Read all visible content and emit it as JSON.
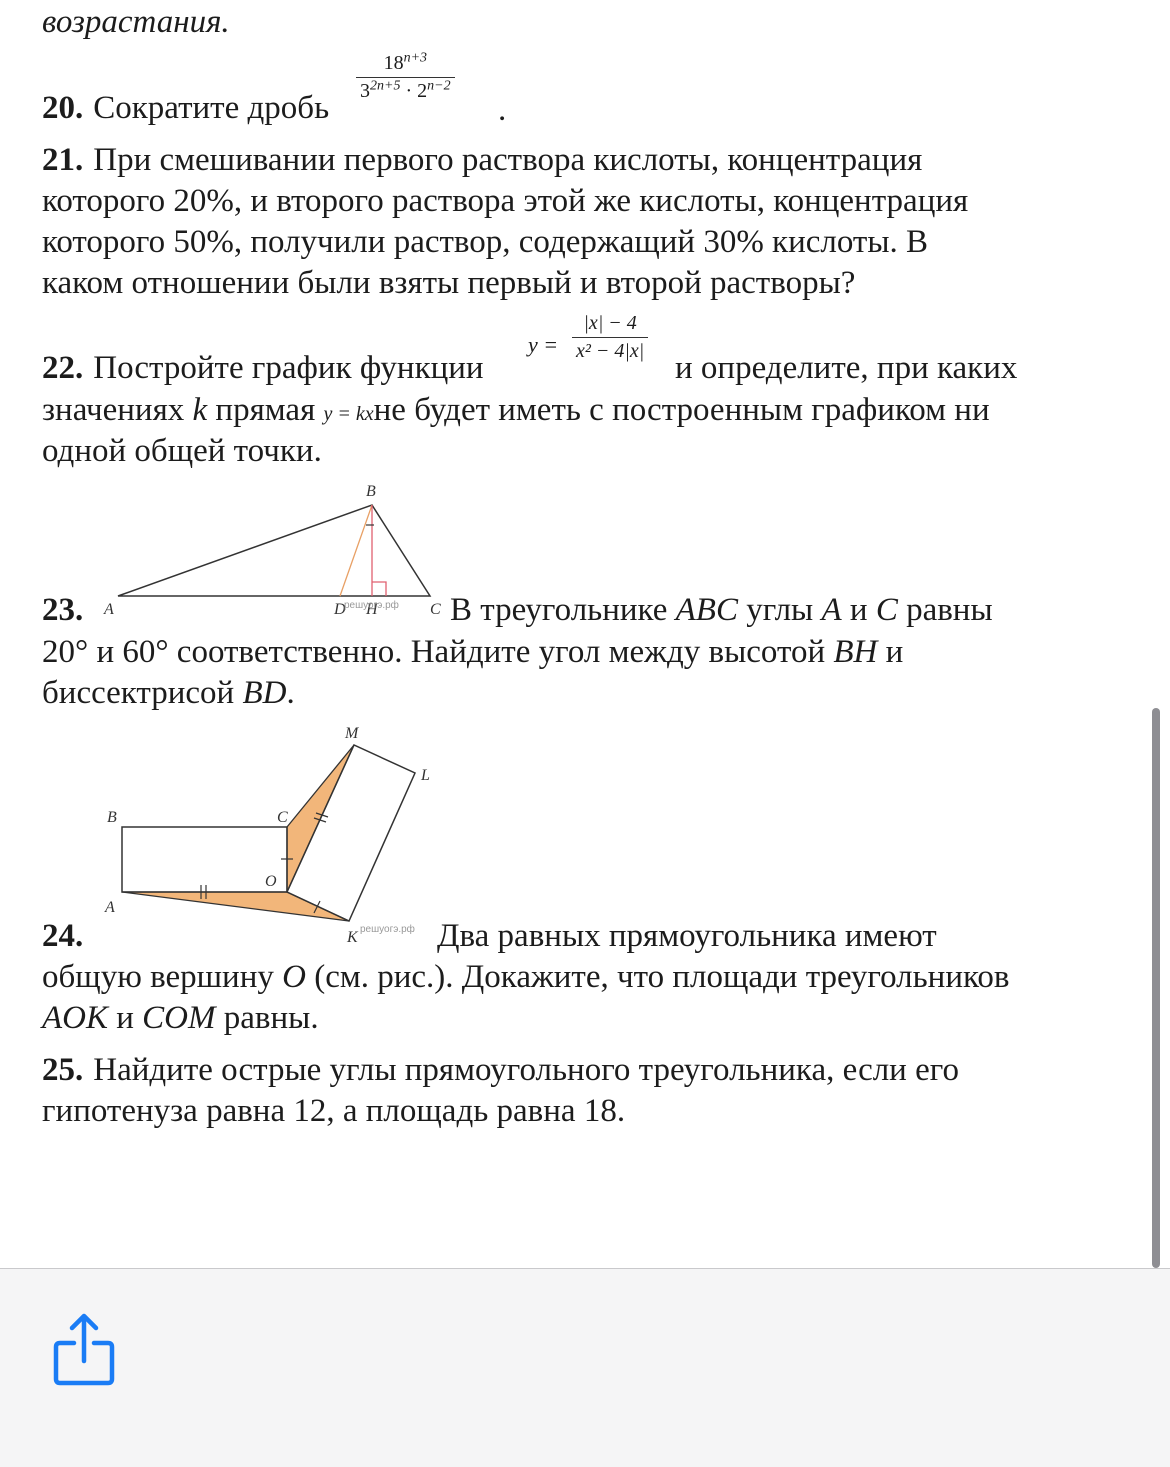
{
  "top_fragment": "возрастания.",
  "p20": {
    "num": "20.",
    "text": "Сократите дробь",
    "frac_num": "18",
    "frac_num_exp": "n+3",
    "frac_den_a": "3",
    "frac_den_a_exp": "2n+5",
    "frac_den_dot": " · ",
    "frac_den_b": "2",
    "frac_den_b_exp": "n−2",
    "end": "."
  },
  "p21": {
    "num": "21.",
    "l1": "При смешивании первого раствора кислоты, концентрация",
    "l2": "которого 20%, и второго раствора этой же кислоты, концентрация",
    "l3": "которого 50%, получили раствор, содержащий 30% кислоты. В",
    "l4": "каком отношении были взяты первый и второй растворы?"
  },
  "p22": {
    "num": "22.",
    "text_a": "Постройте график функции",
    "y_eq": "y =",
    "frac_num": "|x| − 4",
    "frac_den": "x² − 4|x|",
    "text_b": "и определите, при каких",
    "l2_a": "значениях",
    "l2_k": "k",
    "l2_b": "прямая",
    "l2_formula": "y = kx",
    "l2_c": "не будет иметь с построенным графиком ни",
    "l3": "одной общей точки."
  },
  "p23": {
    "num": "23.",
    "t1": "В треугольнике",
    "abc": "ABC",
    "t2": "углы",
    "a": "A",
    "t3": "и",
    "c": "C",
    "t4": "равны",
    "l2_a": "20° и 60° соответственно. Найдите угол между высотой",
    "bh": "BH",
    "l2_b": "и",
    "l3_a": "биссектрисой",
    "bd": "BD",
    "l3_b": ".",
    "fig_labels": {
      "A": "A",
      "B": "B",
      "C": "C",
      "D": "D",
      "H": "H"
    },
    "watermark": "решуогэ.рф"
  },
  "p24": {
    "num": "24.",
    "t1": "Два равных прямоугольника имеют",
    "l2_a": "общую вершину",
    "o": "O",
    "l2_b": "(см. рис.). Докажите, что площади треугольников",
    "aok": "AOK",
    "l3_a": "и",
    "com": "COM",
    "l3_b": "равны.",
    "fig_labels": {
      "A": "A",
      "B": "B",
      "C": "C",
      "O": "O",
      "M": "M",
      "L": "L",
      "K": "K"
    },
    "watermark": "решуогэ.рф",
    "fill_color": "#f2b67a"
  },
  "p25": {
    "num": "25.",
    "l1": "Найдите острые углы прямоугольного треугольника, если его",
    "l2": "гипотенуза равна 12, а площадь равна 18."
  },
  "toolbar": {
    "share_icon": "share-icon",
    "accent": "#1a7cf5"
  }
}
